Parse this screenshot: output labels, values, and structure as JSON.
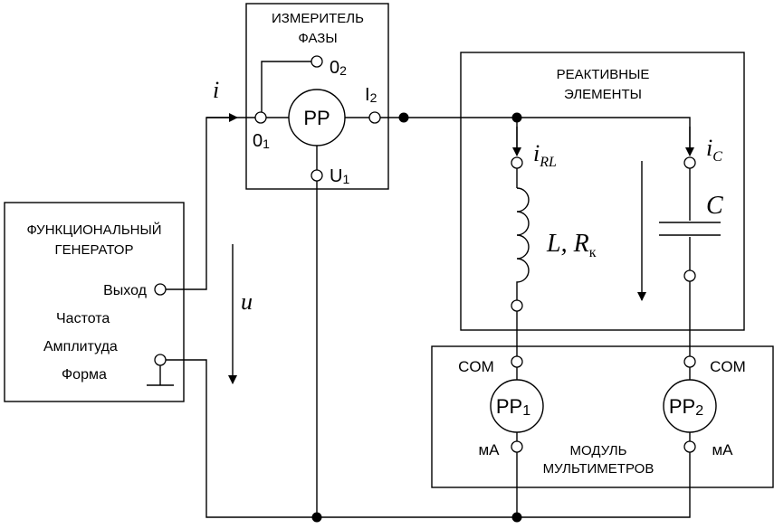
{
  "generator": {
    "title_line1": "ФУНКЦИОНАЛЬНЫЙ",
    "title_line2": "ГЕНЕРАТОР",
    "output_label": "Выход",
    "frequency_label": "Частота",
    "amplitude_label": "Амплитуда",
    "waveform_label": "Форма"
  },
  "phase_meter": {
    "title_line1": "ИЗМЕРИТЕЛЬ",
    "title_line2": "ФАЗЫ",
    "device_label": "PP",
    "terminal_o2": "0",
    "terminal_o2_sub": "2",
    "terminal_o1": "0",
    "terminal_o1_sub": "1",
    "terminal_i2": "I",
    "terminal_i2_sub": "2",
    "terminal_u1": "U",
    "terminal_u1_sub": "1"
  },
  "reactive_elements": {
    "title_line1": "РЕАКТИВНЫЕ",
    "title_line2": "ЭЛЕМЕНТЫ",
    "current_rl": "i",
    "current_rl_sub": "RL",
    "current_c": "i",
    "current_c_sub": "C",
    "inductor_label": "L, R",
    "inductor_label_sub": "к",
    "capacitor_label": "C"
  },
  "multimeter_module": {
    "title_line1": "МОДУЛЬ",
    "title_line2": "МУЛЬТИМЕТРОВ",
    "meter1_label": "PP",
    "meter1_sub": "1",
    "meter2_label": "PP",
    "meter2_sub": "2",
    "com_label": "COM",
    "ma_label": "мА"
  },
  "signals": {
    "current_i": "i",
    "voltage_u": "u"
  }
}
